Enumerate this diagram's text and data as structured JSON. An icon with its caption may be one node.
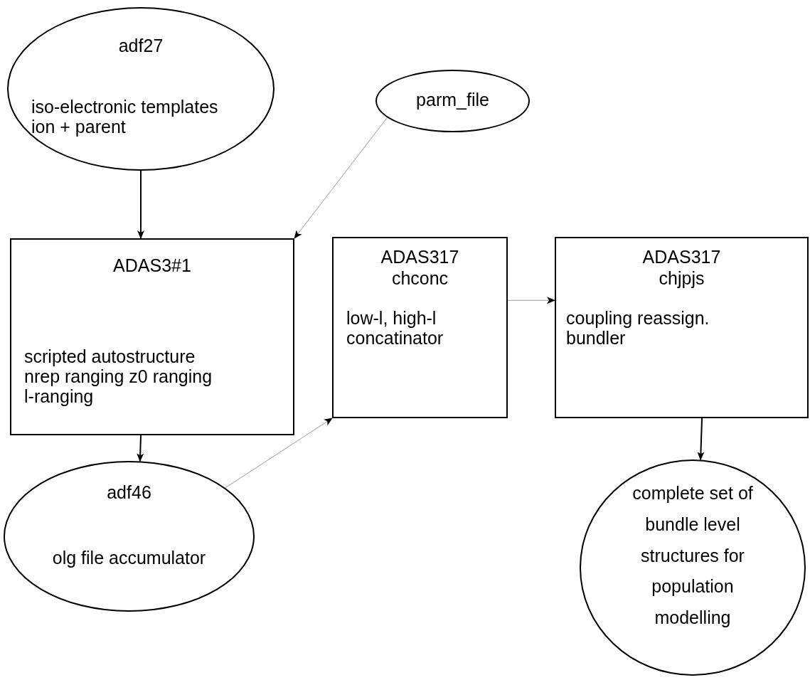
{
  "diagram": {
    "nodes": [
      {
        "text": [
          "adf27",
          "iso-electronic templates ion + parent"
        ]
      },
      {
        "text": [
          "parm_file"
        ]
      },
      {
        "text": [
          "ADAS3#1",
          "scripted autostructure nrep ranging z0 ranging l-ranging"
        ]
      },
      {
        "text": [
          "adf46",
          "olg file accumulator"
        ]
      },
      {
        "text": [
          "ADAS317",
          "chconc",
          "low-l, high-l concatinator"
        ]
      },
      {
        "text": [
          "ADAS317",
          "chjpjs",
          "coupling reassign. bundler"
        ]
      },
      {
        "text": [
          "complete set of bundle level structures for population modelling"
        ]
      }
    ],
    "edges": [
      {
        "from": 0,
        "to": 2,
        "arrow": "to"
      },
      {
        "from": 1,
        "to": 2,
        "arrow": "to",
        "color": "#999999"
      },
      {
        "from": 2,
        "to": 3,
        "arrow": "to"
      },
      {
        "from": 3,
        "to": 4,
        "arrow": "to",
        "color": "#999999"
      },
      {
        "from": 4,
        "to": 5,
        "arrow": "to",
        "color": "#999999"
      },
      {
        "from": 5,
        "to": 6,
        "arrow": "to"
      }
    ]
  }
}
